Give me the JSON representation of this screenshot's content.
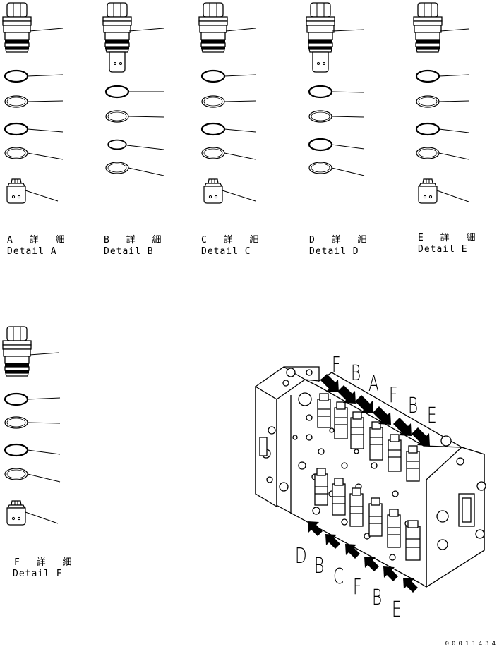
{
  "details": [
    {
      "jp": "A 詳 細",
      "en": "Detail A"
    },
    {
      "jp": "B 詳 細",
      "en": "Detail B"
    },
    {
      "jp": "C 詳 細",
      "en": "Detail C"
    },
    {
      "jp": "D 詳 細",
      "en": "Detail D"
    },
    {
      "jp": "E 詳 細",
      "en": "Detail E"
    },
    {
      "jp": "F 詳 細",
      "en": "Detail F"
    }
  ],
  "arrow_labels": {
    "top": [
      "F",
      "B",
      "A",
      "F",
      "B",
      "E"
    ],
    "bottom": [
      "D",
      "B",
      "C",
      "F",
      "B",
      "E"
    ]
  },
  "drawing_code": "00011434"
}
